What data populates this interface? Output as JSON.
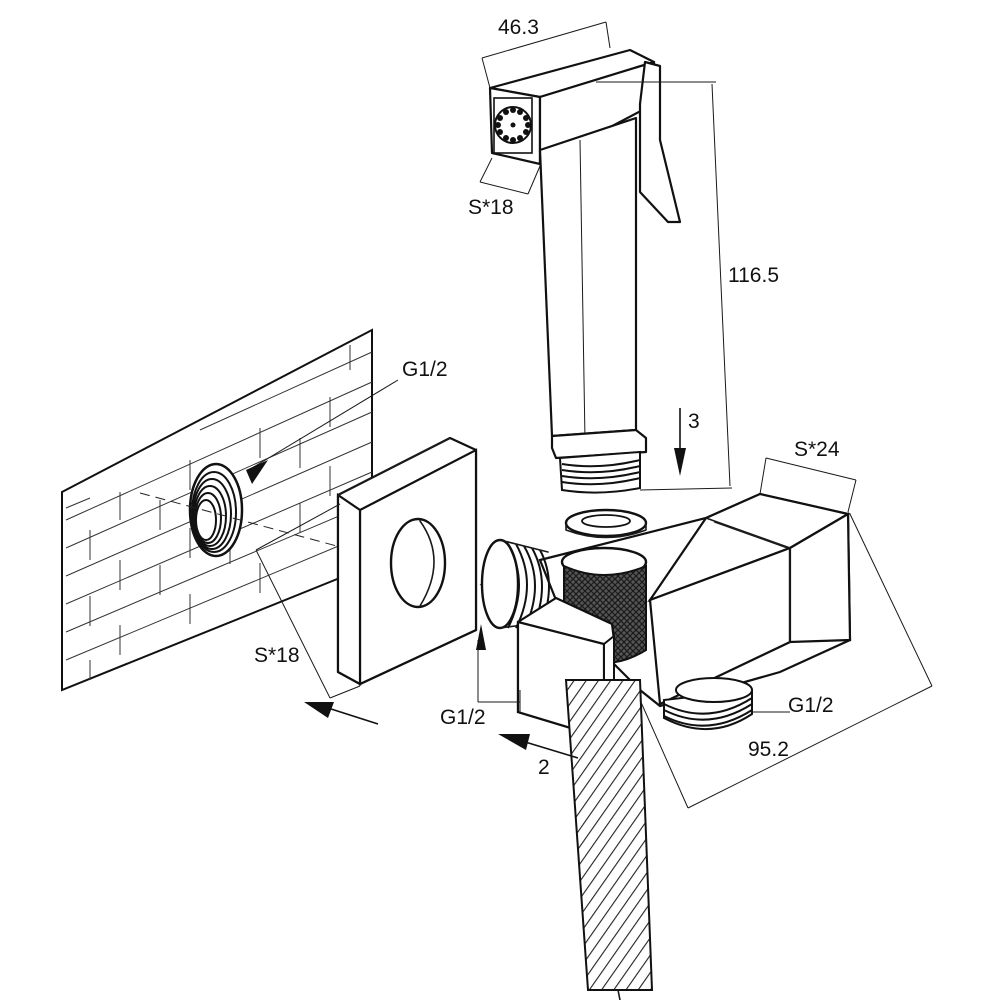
{
  "labels": {
    "handle_width": "46.3",
    "nozzle_size": "S*18",
    "sprayer_length": "116.5",
    "step_3": "3",
    "wall_thread": "G1/2",
    "plate_size": "S*18",
    "inlet_thread": "G1/2",
    "step_2": "2",
    "valve_size": "S*24",
    "outlet_thread": "G1/2",
    "valve_length": "95.2"
  },
  "colors": {
    "line": "#1a1a1a",
    "background": "#ffffff"
  },
  "icons": [
    "arrow-icon",
    "arrow-icon",
    "arrow-icon",
    "arrow-icon"
  ]
}
